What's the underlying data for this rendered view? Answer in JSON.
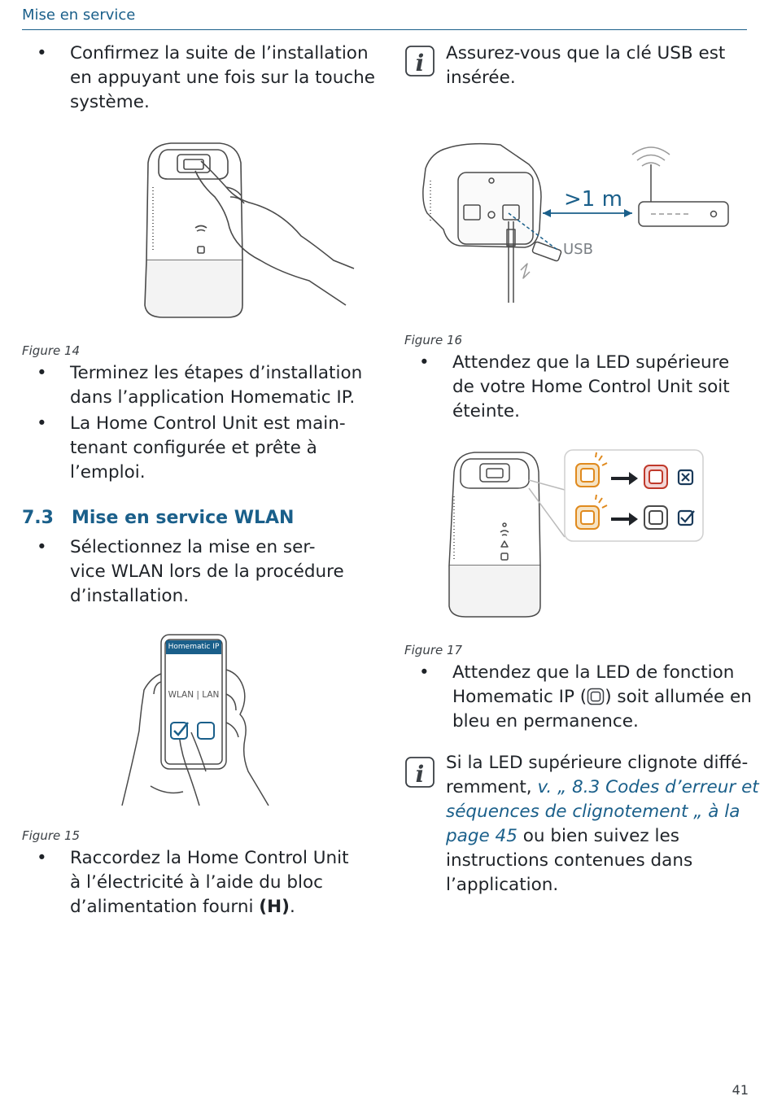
{
  "header": {
    "title": "Mise en service"
  },
  "left": {
    "bullet1": [
      "Confirmez la suite de l’installation",
      "en appuyant une fois sur la touche",
      "système."
    ],
    "figure14": "Figure 14",
    "bullet2": [
      "Terminez les étapes d’installation",
      "dans l’application Homematic IP."
    ],
    "bullet3": [
      "La Home Control Unit est main-",
      "tenant configurée et prête à",
      "l’emploi."
    ],
    "section": {
      "number": "7.3",
      "title": "Mise en service WLAN"
    },
    "bullet4": [
      "Sélectionnez la mise en ser-",
      "vice WLAN lors de la procédure",
      "d’installation."
    ],
    "figure15": "Figure 15",
    "phone": {
      "app_name": "Homematic IP",
      "option": "WLAN | LAN"
    },
    "bullet5": {
      "line1": "Raccordez la Home Control Unit",
      "line2": "à l’électricité à l’aide du bloc",
      "line3_a": "d’alimentation fourni ",
      "line3_b": "(H)",
      "line3_c": "."
    }
  },
  "right": {
    "info1": [
      "Assurez-vous que la clé USB est",
      "insérée."
    ],
    "figure16": "Figure 16",
    "distance_label": ">1 m",
    "usb_label": "USB",
    "bullet1": [
      "Attendez que la LED supérieure",
      "de votre Home Control Unit soit",
      "éteinte."
    ],
    "figure17": "Figure 17",
    "bullet2": {
      "line1": "Attendez que la LED de fonction",
      "line2_a": "Homematic IP (",
      "line2_b": ") soit allumée en",
      "line3": "bleu en permanence."
    },
    "info2": {
      "line1": "Si la LED supérieure clignote diffé-",
      "line2_a": "remment, ",
      "line2_link": "v. „ 8.3 Codes d’erreur et",
      "line3_link": "séquences de clignotement „ à la",
      "line4_link": "page 45",
      "line4_b": " ou bien suivez les",
      "line5": "instructions contenues dans",
      "line6": "l’application."
    }
  },
  "colors": {
    "accent": "#1a5f8a",
    "orange": "#e08a1e",
    "red": "#c0392b",
    "line": "#4a4a4a"
  },
  "page_number": "41"
}
